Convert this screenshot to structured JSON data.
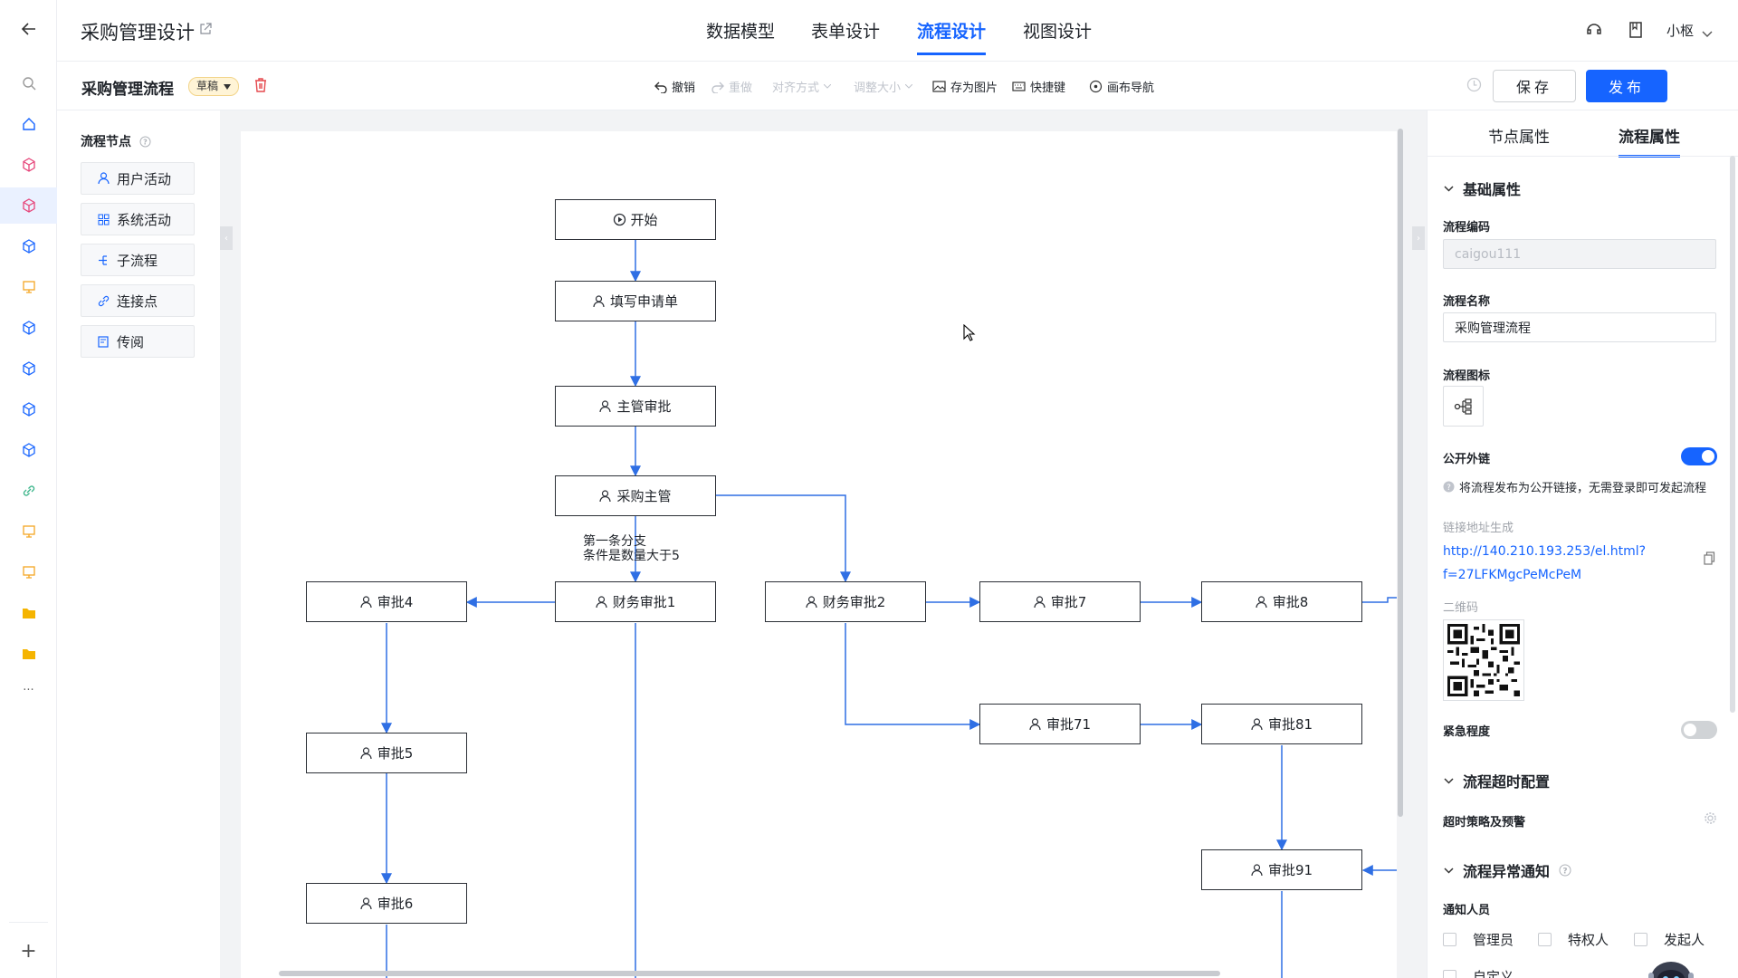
{
  "rail": {
    "icons": [
      "back-arrow-icon",
      "search-icon",
      "home-icon",
      "cube-icon",
      "cube-icon",
      "cube-icon",
      "monitor-icon",
      "cube-icon",
      "cube-icon",
      "cube-icon",
      "cube-icon",
      "link-icon",
      "monitor-icon",
      "monitor-icon",
      "folder-icon",
      "folder-icon",
      "more-icon",
      "plus-icon"
    ],
    "more": "···",
    "plus": "+"
  },
  "header": {
    "app_title": "采购管理设计",
    "tabs": [
      {
        "label": "数据模型",
        "active": false
      },
      {
        "label": "表单设计",
        "active": false
      },
      {
        "label": "流程设计",
        "active": true
      },
      {
        "label": "视图设计",
        "active": false
      }
    ],
    "user": "小枢"
  },
  "subheader": {
    "flow_title": "采购管理流程",
    "status_badge": "草稿",
    "toolbar": {
      "undo": "撤销",
      "redo": "重做",
      "align": "对齐方式",
      "resize": "调整大小",
      "save_image": "存为图片",
      "shortcuts": "快捷键",
      "nav": "画布导航"
    },
    "save": "保存",
    "publish": "发布"
  },
  "palette": {
    "title": "流程节点",
    "items": [
      "用户活动",
      "系统活动",
      "子流程",
      "连接点",
      "传阅"
    ]
  },
  "canvas": {
    "nodes": {
      "start": "开始",
      "fill": "填写申请单",
      "supervisor": "主管审批",
      "purchase": "采购主管",
      "finance1": "财务审批1",
      "approve4": "审批4",
      "finance2": "财务审批2",
      "approve7": "审批7",
      "approve8": "审批8",
      "approve5": "审批5",
      "approve71": "审批71",
      "approve81": "审批81",
      "approve6": "审批6",
      "approve91": "审批91"
    },
    "condition_line1": "第一条分支",
    "condition_line2": "条件是数量大于5"
  },
  "panel": {
    "tabs": [
      {
        "label": "节点属性",
        "active": false
      },
      {
        "label": "流程属性",
        "active": true
      }
    ],
    "section_basic": "基础属性",
    "code_label": "流程编码",
    "code_value": "caigou111",
    "name_label": "流程名称",
    "name_value": "采购管理流程",
    "icon_label": "流程图标",
    "public_label": "公开外链",
    "public_on": true,
    "public_hint": "将流程发布为公开链接，无需登录即可发起流程",
    "link_label": "链接地址生成",
    "link_line1": "http://140.210.193.253/el.html?",
    "link_line2": "f=27LFKMgcPeMcPeM",
    "qr_label": "二维码",
    "urgency_label": "紧急程度",
    "urgency_on": false,
    "section_timeout": "流程超时配置",
    "timeout_label": "超时策略及预警",
    "section_notify": "流程异常通知",
    "notify_label": "通知人员",
    "notify_options": [
      "管理员",
      "特权人",
      "发起人"
    ],
    "custom_label": "自定义"
  },
  "colors": {
    "accent": "#1664ff",
    "edge": "#2f6fe4",
    "badge_bg": "#fff4d6"
  }
}
